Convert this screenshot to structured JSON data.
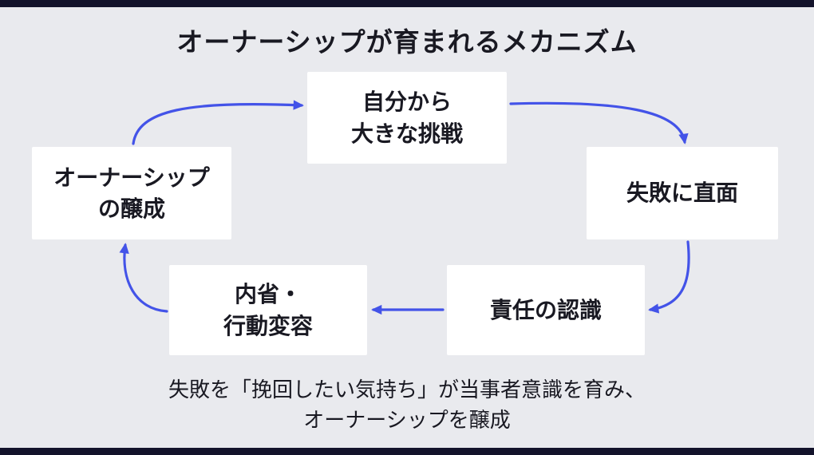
{
  "page": {
    "title": "オーナーシップが育まれるメカニズム",
    "caption_lines": [
      "失敗を「挽回したい気持ち」が当事者意識を育み、",
      "オーナーシップを醸成"
    ]
  },
  "diagram": {
    "type": "cycle-flow",
    "nodes": [
      {
        "id": "self-challenge",
        "lines": [
          "自分から",
          "大きな挑戦"
        ]
      },
      {
        "id": "face-failure",
        "lines": [
          "失敗に直面"
        ]
      },
      {
        "id": "recognize-responsibility",
        "lines": [
          "責任の認識"
        ]
      },
      {
        "id": "reflect-behavior-change",
        "lines": [
          "内省・",
          "行動変容"
        ]
      },
      {
        "id": "ownership-cultivation",
        "lines": [
          "オーナーシップ",
          "の醸成"
        ]
      }
    ],
    "edges": [
      {
        "from": "ownership-cultivation",
        "to": "self-challenge"
      },
      {
        "from": "self-challenge",
        "to": "face-failure"
      },
      {
        "from": "face-failure",
        "to": "recognize-responsibility"
      },
      {
        "from": "recognize-responsibility",
        "to": "reflect-behavior-change"
      },
      {
        "from": "reflect-behavior-change",
        "to": "ownership-cultivation"
      }
    ],
    "colors": {
      "background": "#e9eaee",
      "box_bg": "#ffffff",
      "text": "#191922",
      "arrow": "#4353e8",
      "edge_bar": "#13132b"
    }
  }
}
